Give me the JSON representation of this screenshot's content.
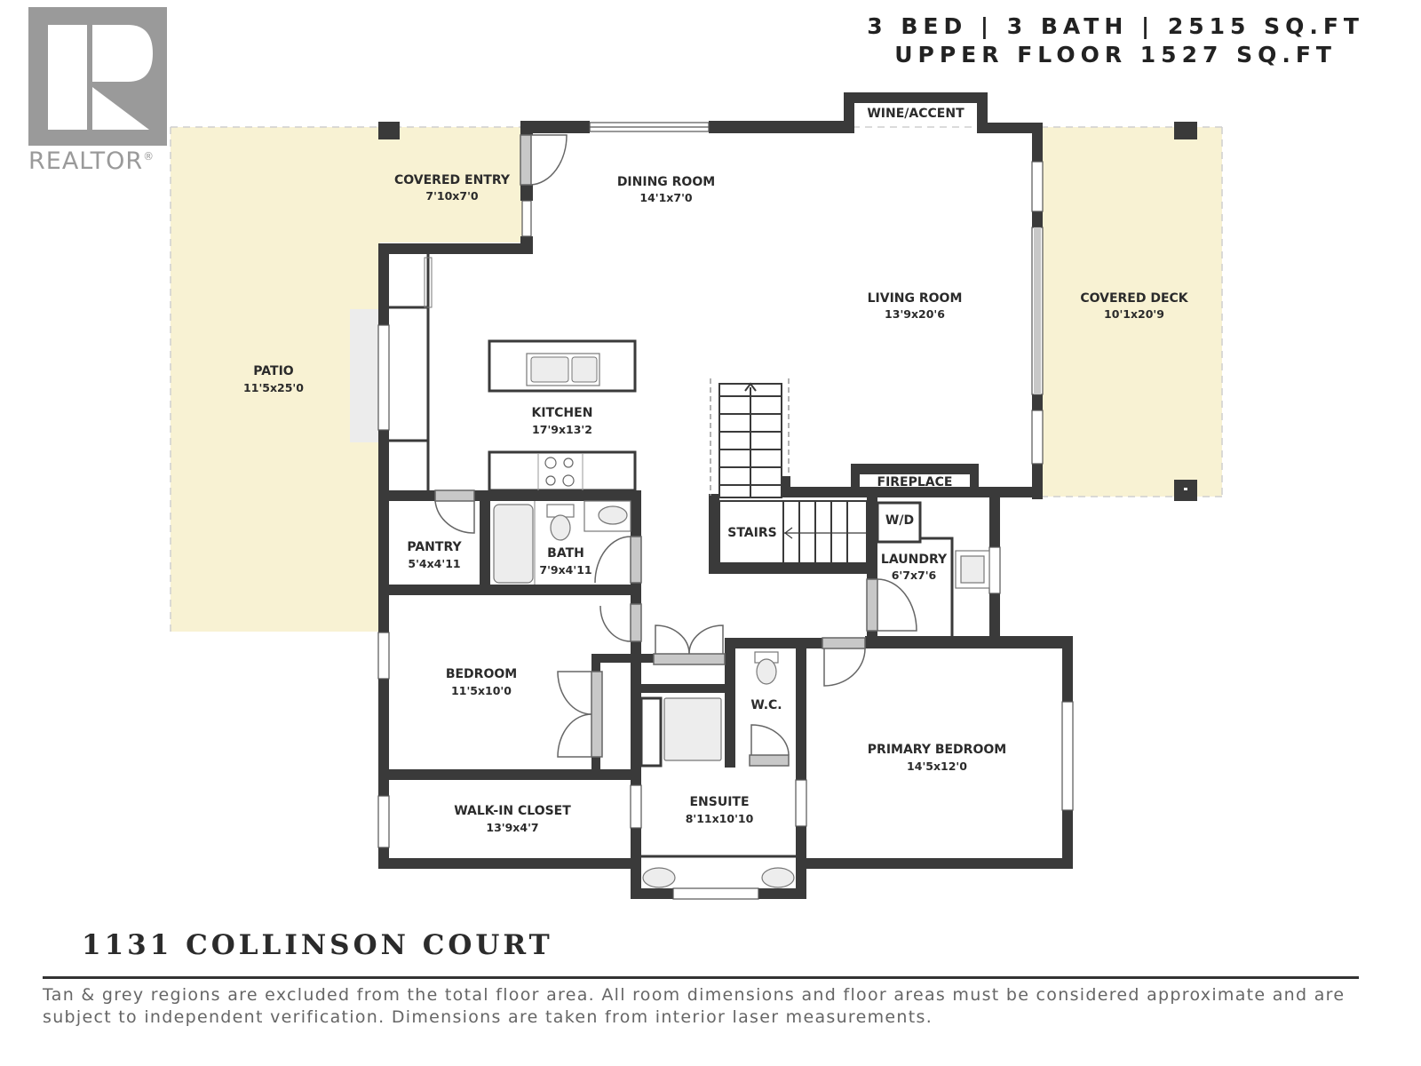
{
  "header": {
    "summary_line": "3 BED | 3 BATH | 2515 SQ.FT",
    "floor_line": "UPPER FLOOR 1527 SQ.FT"
  },
  "logo": {
    "icon": "realtor-r-icon",
    "wordmark": "REALTOR",
    "registered": "®"
  },
  "colors": {
    "wall": "#3a3a3a",
    "exterior_tan": "#f8f2d3",
    "excluded_grey": "#ececec",
    "fixture_grey": "#c8c8c8",
    "text": "#2b2b2b"
  },
  "rooms": {
    "covered_entry": {
      "name": "COVERED ENTRY",
      "dim": "7'10x7'0"
    },
    "dining_room": {
      "name": "DINING ROOM",
      "dim": "14'1x7'0"
    },
    "wine_accent": {
      "name": "WINE/ACCENT",
      "dim": ""
    },
    "living_room": {
      "name": "LIVING ROOM",
      "dim": "13'9x20'6"
    },
    "covered_deck": {
      "name": "COVERED DECK",
      "dim": "10'1x20'9"
    },
    "patio": {
      "name": "PATIO",
      "dim": "11'5x25'0"
    },
    "kitchen": {
      "name": "KITCHEN",
      "dim": "17'9x13'2"
    },
    "fireplace": {
      "name": "FIREPLACE",
      "dim": ""
    },
    "stairs": {
      "name": "STAIRS",
      "dim": ""
    },
    "wd": {
      "name": "W/D",
      "dim": ""
    },
    "laundry": {
      "name": "LAUNDRY",
      "dim": "6'7x7'6"
    },
    "pantry": {
      "name": "PANTRY",
      "dim": "5'4x4'11"
    },
    "bath": {
      "name": "BATH",
      "dim": "7'9x4'11"
    },
    "bedroom": {
      "name": "BEDROOM",
      "dim": "11'5x10'0"
    },
    "wc": {
      "name": "W.C.",
      "dim": ""
    },
    "primary_bedroom": {
      "name": "PRIMARY BEDROOM",
      "dim": "14'5x12'0"
    },
    "walk_in_closet": {
      "name": "WALK-IN CLOSET",
      "dim": "13'9x4'7"
    },
    "ensuite": {
      "name": "ENSUITE",
      "dim": "8'11x10'10"
    }
  },
  "footer": {
    "address": "1131 COLLINSON COURT",
    "disclaimer": "Tan & grey regions are excluded from the total floor area. All room dimensions and floor areas must be considered approximate and are subject to independent verification. Dimensions are taken from interior laser measurements."
  }
}
